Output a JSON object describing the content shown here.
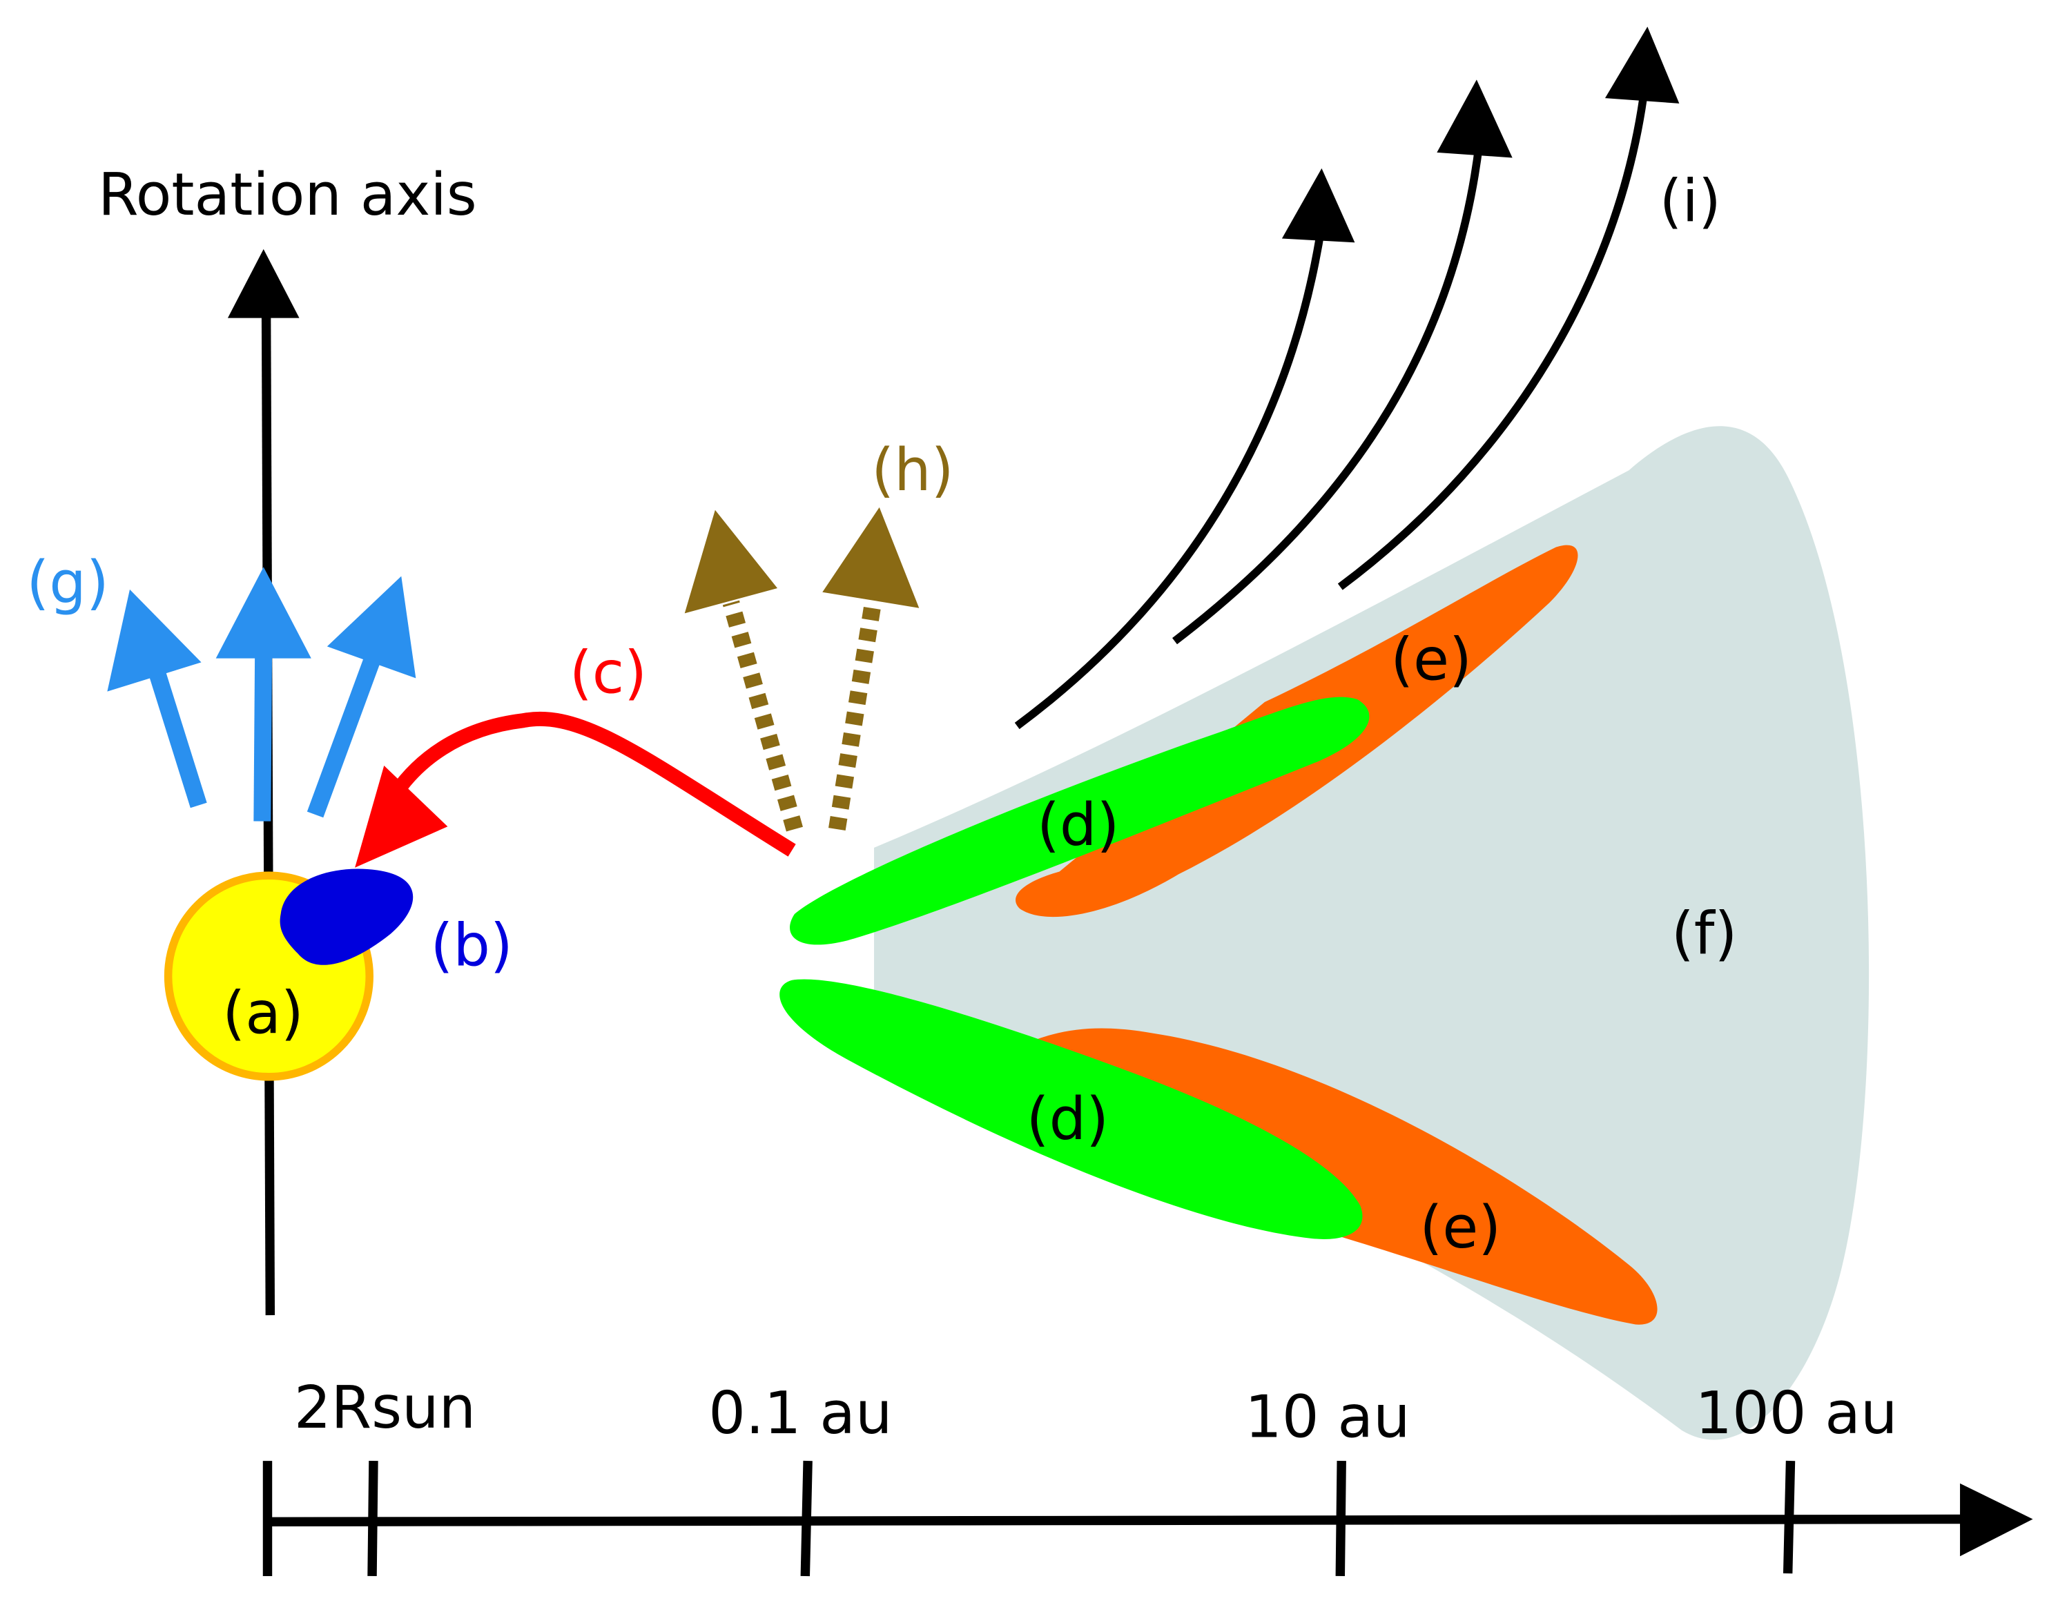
{
  "labels": {
    "rotation_axis": "Rotation axis",
    "a": "(a)",
    "b": "(b)",
    "c": "(c)",
    "d_upper": "(d)",
    "d_lower": "(d)",
    "e_upper": "(e)",
    "e_lower": "(e)",
    "f": "(f)",
    "g": "(g)",
    "h": "(h)",
    "i": "(i)"
  },
  "scale_ticks": [
    "2Rsun",
    "0.1 au",
    "10 au",
    "100 au"
  ],
  "colors": {
    "star_fill": "#ffff00",
    "star_edge": "#ffb600",
    "blob": "#0000dd",
    "red_arrow": "#ff0000",
    "inner_disk": "#00ff00",
    "mid_disk": "#ff6600",
    "outer_disk": "#d4e3e2",
    "jet_arrows": "#2a90ef",
    "dotted_arrows": "#8a6a14",
    "wind_arrows": "#000000",
    "label_g": "#2a90ef",
    "label_h": "#8a6a14",
    "label_c": "#ff0000",
    "label_b": "#0000dd"
  }
}
